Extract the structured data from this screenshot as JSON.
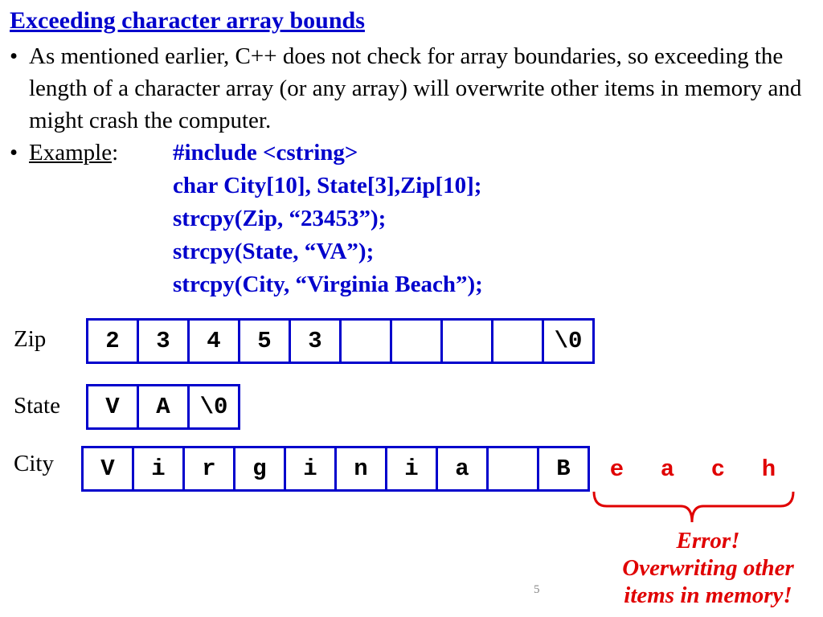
{
  "title": "Exceeding character array bounds",
  "bullet1": {
    "marker": "•",
    "text": "As mentioned earlier, C++ does not check for array boundaries, so exceeding the length of a character array (or any array) will overwrite other items in memory and might crash the computer."
  },
  "bullet2": {
    "marker": "•",
    "label": "Example",
    "colon": ":"
  },
  "code_lines": [
    "#include <cstring>",
    "char City[10], State[3],Zip[10];",
    "strcpy(Zip, “23453”);",
    "strcpy(State, “VA”);",
    "strcpy(City, “Virginia Beach”);"
  ],
  "arrays": {
    "zip": {
      "label": "Zip",
      "cells": [
        "2",
        "3",
        "4",
        "5",
        "3",
        "",
        "",
        "",
        "",
        "\\0"
      ]
    },
    "state": {
      "label": "State",
      "cells": [
        "V",
        "A",
        "\\0"
      ]
    },
    "city": {
      "label": "City",
      "cells": [
        "V",
        "i",
        "r",
        "g",
        "i",
        "n",
        "i",
        "a",
        "",
        "B"
      ]
    }
  },
  "overflow_chars": [
    "e",
    "a",
    "c",
    "h"
  ],
  "error": {
    "line1": "Error!",
    "line2": "Overwriting other",
    "line3": "items in memory!"
  },
  "page_number": "5",
  "colors": {
    "code_blue": "#0000CC",
    "error_red": "#E00000"
  }
}
